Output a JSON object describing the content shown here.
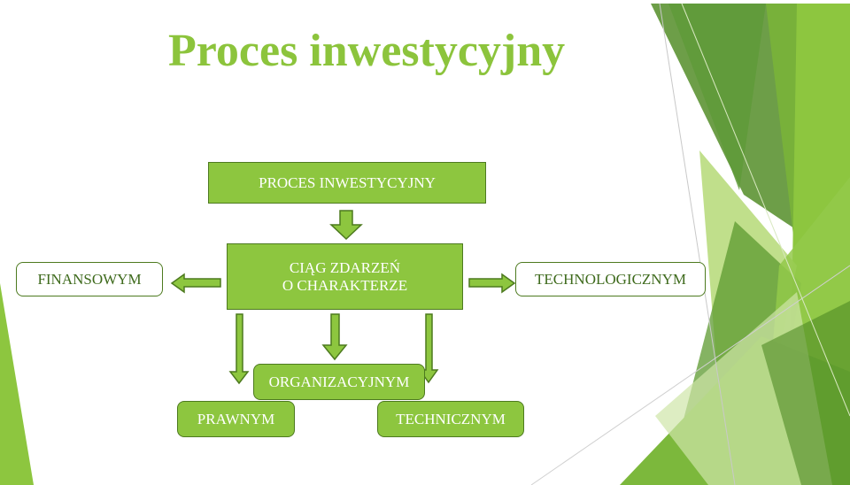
{
  "title": "Proces inwestycyjny",
  "diagram": {
    "top_box": "PROCES INWESTYCYJNY",
    "center_box": {
      "line1": "CIĄG ZDARZEŃ",
      "line2": "O CHARAKTERZE"
    },
    "left_box": "FINANSOWYM",
    "right_box": "TECHNOLOGICZNYM",
    "bottom_center_box": "ORGANIZACYJNYM",
    "bottom_left_box": "PRAWNYM",
    "bottom_right_box": "TECHNICZNYM"
  },
  "colors": {
    "accent": "#8dc63f",
    "dark_green": "#4d7a1f",
    "title_green": "#8cc43c",
    "text_dark_green": "#3e6a1c"
  }
}
